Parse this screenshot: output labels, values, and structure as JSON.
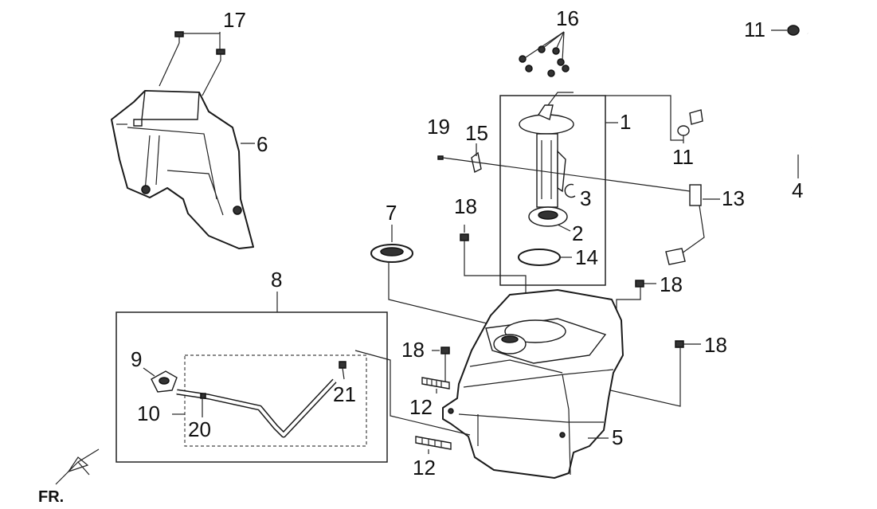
{
  "diagram": {
    "fr_label": "FR.",
    "callouts": [
      {
        "id": "c1",
        "number": "1"
      },
      {
        "id": "c2",
        "number": "2"
      },
      {
        "id": "c3",
        "number": "3"
      },
      {
        "id": "c4",
        "number": "4"
      },
      {
        "id": "c5",
        "number": "5"
      },
      {
        "id": "c6",
        "number": "6"
      },
      {
        "id": "c7",
        "number": "7"
      },
      {
        "id": "c8",
        "number": "8"
      },
      {
        "id": "c9",
        "number": "9"
      },
      {
        "id": "c10",
        "number": "10"
      },
      {
        "id": "c11a",
        "number": "11"
      },
      {
        "id": "c11b",
        "number": "11"
      },
      {
        "id": "c12a",
        "number": "12"
      },
      {
        "id": "c12b",
        "number": "12"
      },
      {
        "id": "c13",
        "number": "13"
      },
      {
        "id": "c14",
        "number": "14"
      },
      {
        "id": "c15",
        "number": "15"
      },
      {
        "id": "c16",
        "number": "16"
      },
      {
        "id": "c17",
        "number": "17"
      },
      {
        "id": "c18a",
        "number": "18"
      },
      {
        "id": "c18b",
        "number": "18"
      },
      {
        "id": "c18c",
        "number": "18"
      },
      {
        "id": "c18d",
        "number": "18"
      },
      {
        "id": "c19",
        "number": "19"
      },
      {
        "id": "c20",
        "number": "20"
      },
      {
        "id": "c21",
        "number": "21"
      }
    ]
  }
}
